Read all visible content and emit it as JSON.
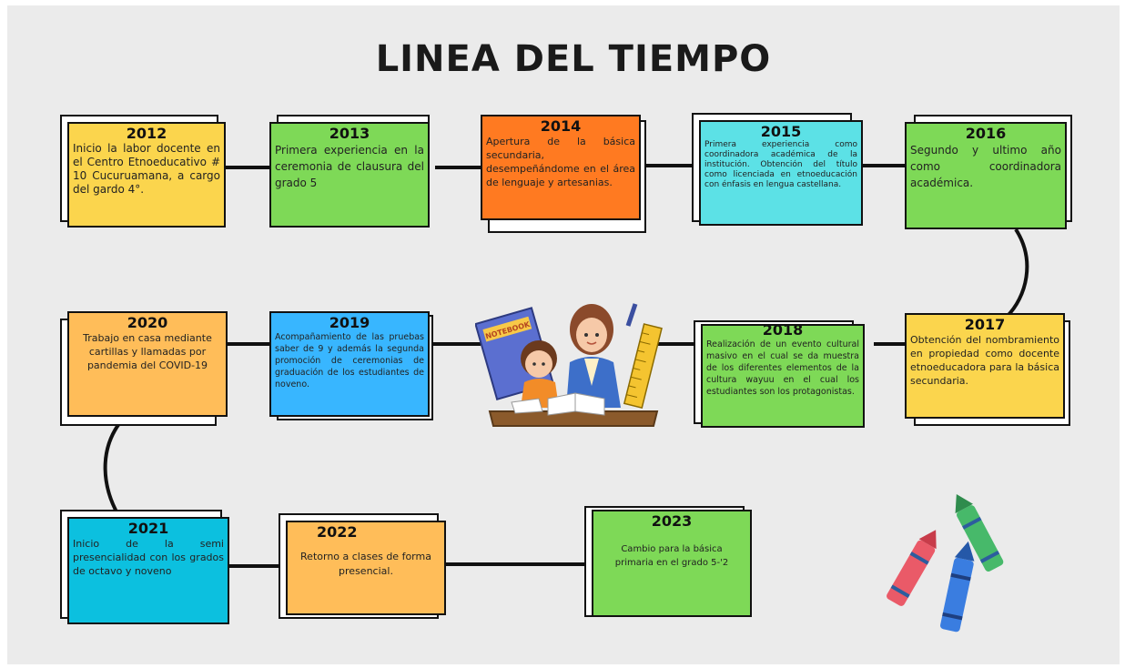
{
  "title": "LINEA DEL TIEMPO",
  "colors": {
    "yellow": "#fbd54d",
    "green": "#7ed957",
    "orange": "#ff7a21",
    "cyan": "#5ce1e6",
    "light_orange": "#ffbd59",
    "blue": "#38b6ff",
    "teal": "#0cc0df"
  },
  "events": [
    {
      "year": "2012",
      "text": "Inicio la labor docente en el Centro Etnoeducativo # 10 Cucuruamana, a cargo del gardo 4°."
    },
    {
      "year": "2013",
      "text": "Primera experiencia en la ceremonia de clausura del grado 5"
    },
    {
      "year": "2014",
      "text": "Apertura de la básica secundaria, desempeñándome en el área de lenguaje y artesanias."
    },
    {
      "year": "2015",
      "text": "Primera experiencia como coordinadora académica de la institución. Obtención del título como licenciada en etnoeducación con énfasis en lengua castellana."
    },
    {
      "year": "2016",
      "text": "Segundo y ultimo año como coordinadora académica."
    },
    {
      "year": "2017",
      "text": "Obtención del nombramiento en propiedad como docente etnoeducadora para la básica secundaria."
    },
    {
      "year": "2018",
      "text": "Realización de un evento cultural masivo en el cual se da muestra de los diferentes elementos de la cultura wayuu en el cual los estudiantes son los protagonistas."
    },
    {
      "year": "2019",
      "text": "Acompañamiento de las pruebas saber de 9 y además la segunda promoción de ceremonias de graduación de los estudiantes de noveno."
    },
    {
      "year": "2020",
      "text": "Trabajo en casa mediante cartillas y llamadas por pandemia del COVID-19"
    },
    {
      "year": "2021",
      "text": "Inicio de la semi presencialidad con los grados de octavo y noveno"
    },
    {
      "year": "2022",
      "text": "Retorno a clases de forma presencial."
    },
    {
      "year": "2023",
      "text": "Cambio para la básica primaria en el grado 5-'2"
    }
  ],
  "illustration": {
    "book_label": "NOTEBOOK"
  }
}
